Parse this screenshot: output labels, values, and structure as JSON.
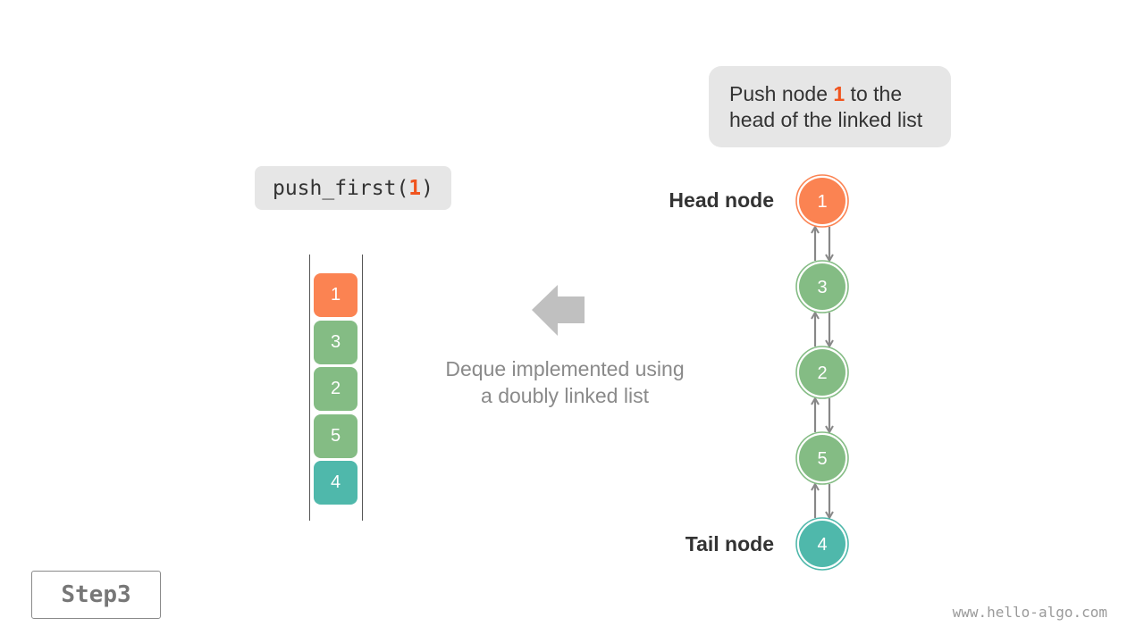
{
  "operation": {
    "prefix": "push_first(",
    "arg": "1",
    "suffix": ")"
  },
  "callout": {
    "before": "Push node ",
    "value": "1",
    "after_line1": " to the",
    "line2": "head of the linked list"
  },
  "caption": {
    "line1": "Deque implemented using",
    "line2": "a doubly linked list"
  },
  "labels": {
    "head": "Head node",
    "tail": "Tail node"
  },
  "deque": [
    {
      "value": "1",
      "role": "new"
    },
    {
      "value": "3",
      "role": "normal"
    },
    {
      "value": "2",
      "role": "normal"
    },
    {
      "value": "5",
      "role": "normal"
    },
    {
      "value": "4",
      "role": "tail"
    }
  ],
  "colors": {
    "new": "#fb8352",
    "normal": "#84bc84",
    "tail": "#4fb8ab",
    "arrow": "#888888",
    "big_arrow": "#c0c0c0",
    "highlight": "#f0541e"
  },
  "step": {
    "label": "Step",
    "number": "3"
  },
  "watermark": "www.hello-algo.com"
}
